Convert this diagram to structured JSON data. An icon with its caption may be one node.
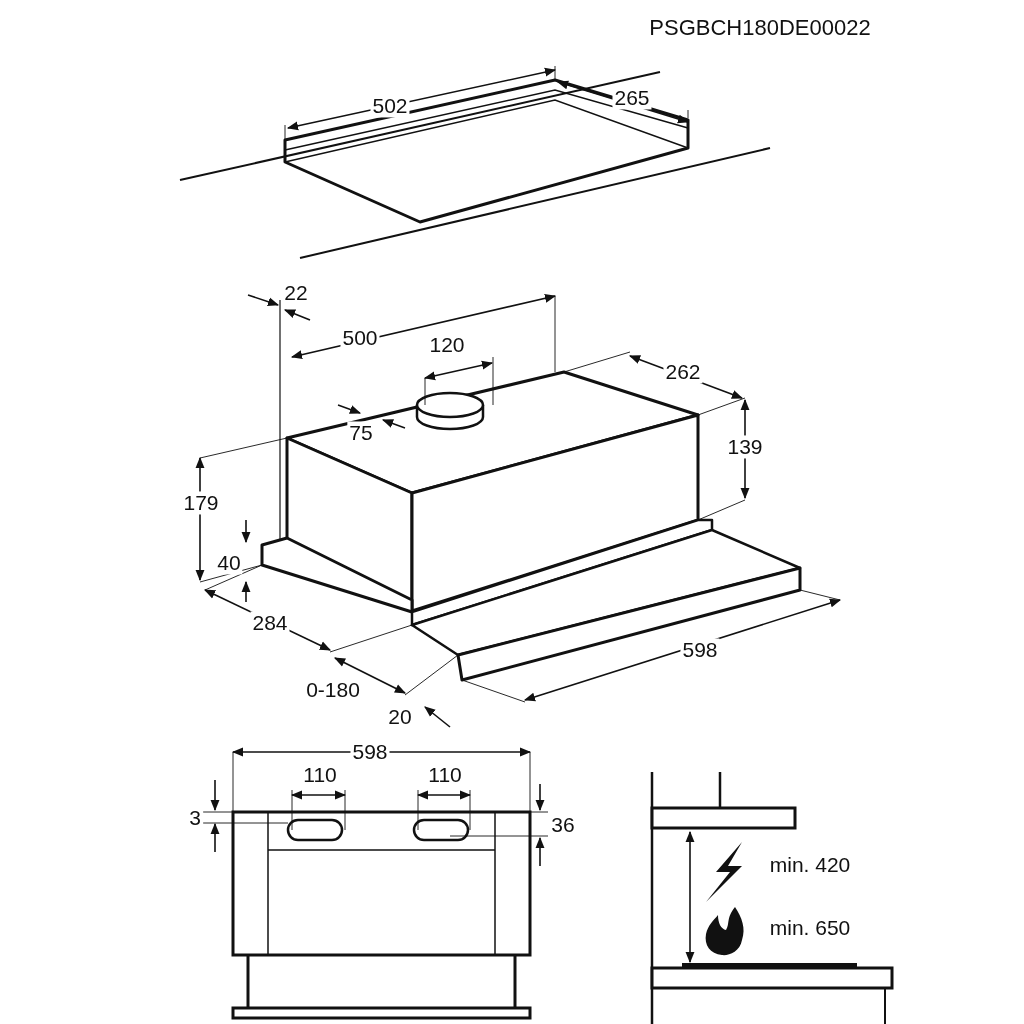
{
  "diagram": {
    "labels": [
      "PSGBCH180DE00022",
      "502",
      "265",
      "22",
      "500",
      "120",
      "262",
      "75",
      "139",
      "179",
      "40",
      "284",
      "598",
      "0-180",
      "20",
      "598",
      "110",
      "110",
      "3",
      "36",
      "min. 420",
      "min. 650"
    ]
  }
}
